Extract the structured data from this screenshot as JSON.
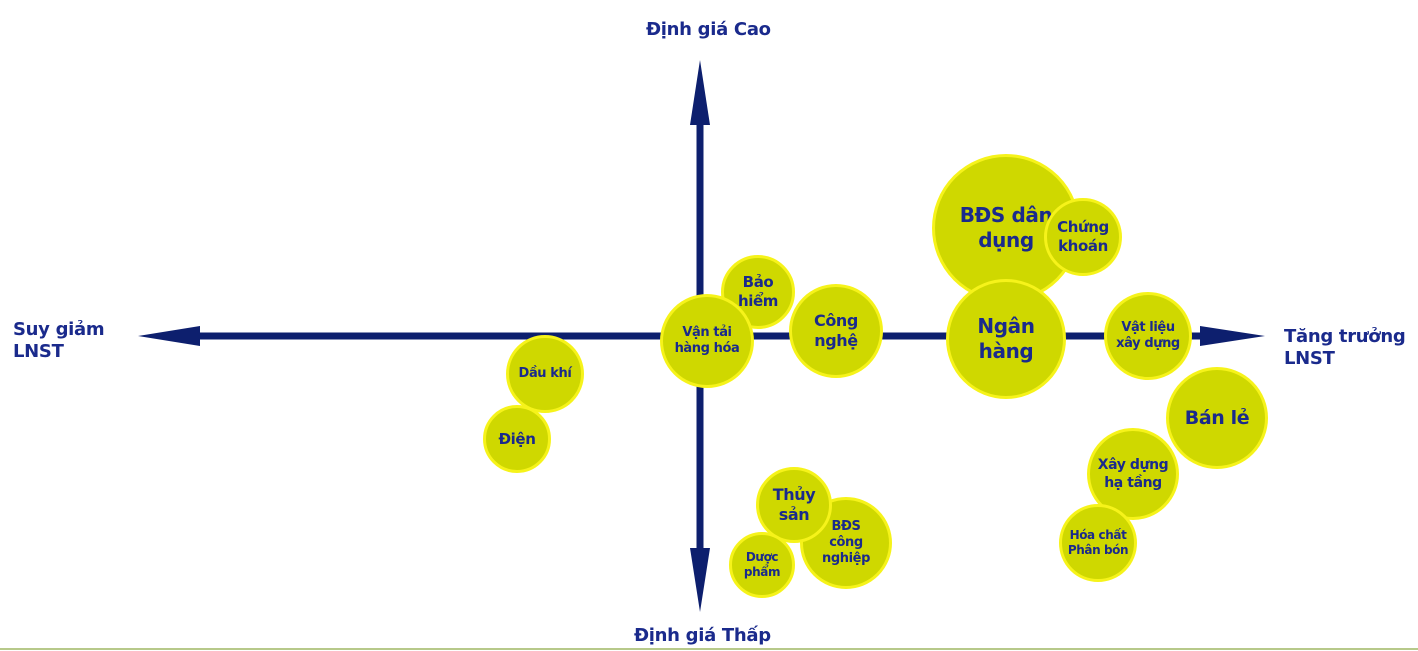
{
  "axes": {
    "top": "Định giá Cao",
    "bottom": "Định giá Thấp",
    "left": "Suy giảm\nLNST",
    "right": "Tăng trưởng\nLNST"
  },
  "colors": {
    "axis": "#0d1f6e",
    "bubble_fill": "#cfd800",
    "bubble_border": "#f6f31a",
    "text": "#1a2a8c"
  },
  "sectors": [
    {
      "label": "BĐS dân\ndụng"
    },
    {
      "label": "Chứng\nkhoán"
    },
    {
      "label": "Ngân\nhàng"
    },
    {
      "label": "Vật liệu\nxây dựng"
    },
    {
      "label": "Bán lẻ"
    },
    {
      "label": "Xây dựng\nhạ tầng"
    },
    {
      "label": "Hóa chất\nPhân bón"
    },
    {
      "label": "Bảo\nhiểm"
    },
    {
      "label": "Công\nnghệ"
    },
    {
      "label": "Vận tải\nhàng hóa"
    },
    {
      "label": "Dầu khí"
    },
    {
      "label": "Điện"
    },
    {
      "label": "BĐS\ncông\nnghiệp"
    },
    {
      "label": "Thủy\nsản"
    },
    {
      "label": "Dược\nphẩm"
    }
  ]
}
